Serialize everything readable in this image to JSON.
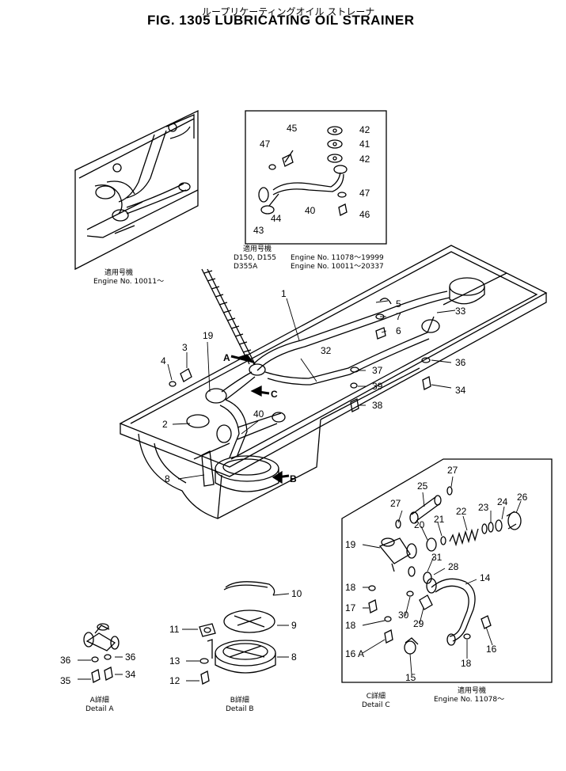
{
  "header": {
    "jp_title": "ループリケーティングオイル ストレーナ",
    "fig_title": "FIG. 1305  LUBRICATING OIL STRAINER"
  },
  "applicability": {
    "top_left": {
      "jp": "適用号機",
      "engine": "Engine No. 10011～"
    },
    "top_inset": {
      "jp": "適用号機",
      "row1_models": "D150, D155",
      "row1_engine": "Engine No. 11078～19999",
      "row2_models": "D355A",
      "row2_engine": "Engine No. 10011～20337"
    },
    "bottom_right": {
      "jp": "適用号機",
      "engine": "Engine No. 11078～"
    }
  },
  "details": {
    "a": {
      "jp": "A詳細",
      "en": "Detail A"
    },
    "b": {
      "jp": "B詳細",
      "en": "Detail B"
    },
    "c": {
      "jp": "C詳細",
      "en": "Detail C"
    }
  },
  "markers": {
    "a": "A",
    "b": "B",
    "c": "C"
  },
  "callouts": {
    "main": [
      "1",
      "2",
      "3",
      "4",
      "5",
      "6",
      "7",
      "8",
      "19",
      "32",
      "33",
      "34",
      "36",
      "37",
      "38",
      "39",
      "40"
    ],
    "top_inset": [
      "40",
      "41",
      "42",
      "42",
      "43",
      "44",
      "45",
      "46",
      "47",
      "47"
    ],
    "detail_a": [
      "34",
      "35",
      "36",
      "36"
    ],
    "detail_b": [
      "8",
      "9",
      "10",
      "11",
      "12",
      "13"
    ],
    "detail_c": [
      "14",
      "15",
      "16",
      "16 A",
      "17",
      "18",
      "18",
      "18",
      "19",
      "20",
      "21",
      "22",
      "23",
      "24",
      "25",
      "26",
      "27",
      "27",
      "28",
      "29",
      "30",
      "31"
    ]
  }
}
